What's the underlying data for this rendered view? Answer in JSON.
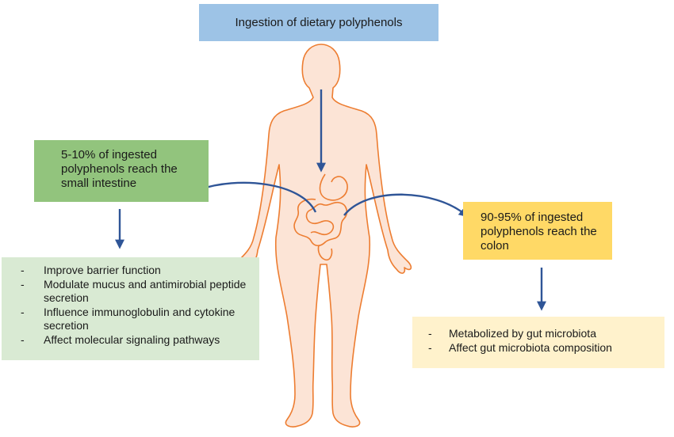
{
  "top": {
    "label": "Ingestion of dietary polyphenols"
  },
  "small_intestine": {
    "label": "5-10% of ingested polyphenols reach the small intestine",
    "effects": [
      "Improve barrier function",
      "Modulate mucus and antimirobial peptide secretion",
      "Influence immunoglobulin and cytokine secretion",
      "Affect molecular signaling pathways"
    ]
  },
  "colon": {
    "label": "90-95% of ingested polyphenols reach the colon",
    "effects": [
      "Metabolized by gut microbiota",
      "Affect gut microbiota composition"
    ]
  },
  "colors": {
    "top_box": "#9dc3e6",
    "small_intestine_box": "#92c47d",
    "small_intestine_effects_box": "#d9ead3",
    "colon_box": "#ffd966",
    "colon_effects_box": "#fff2cc",
    "arrow": "#2f5597",
    "body_fill": "#fce4d6",
    "body_outline": "#ed7d31"
  }
}
